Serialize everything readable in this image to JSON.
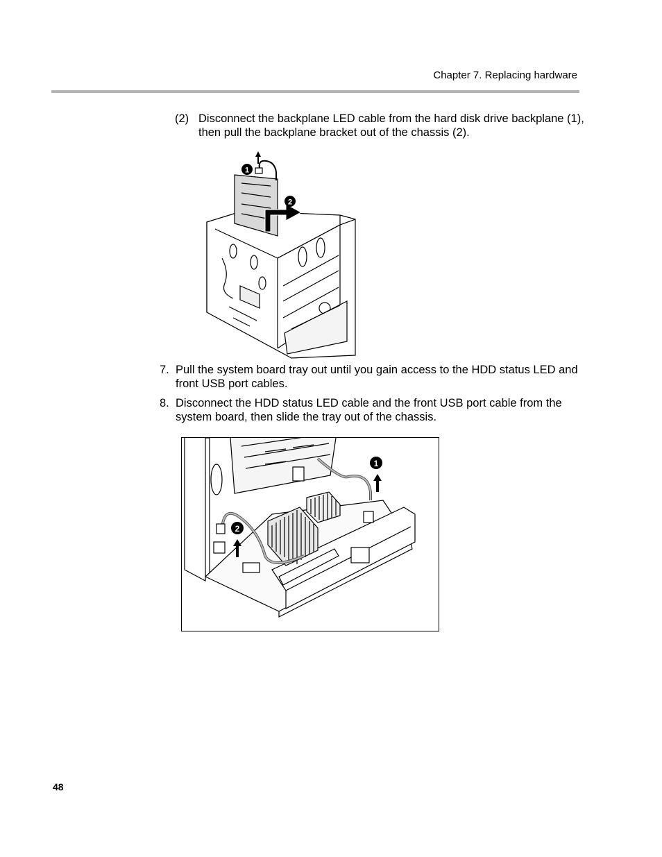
{
  "header": {
    "chapter": "Chapter 7. Replacing hardware"
  },
  "steps": [
    {
      "number": "(2)",
      "text": "Disconnect the backplane LED cable from the hard disk drive backplane (1), then pull the backplane bracket out of the chassis (2)."
    },
    {
      "number": "7.",
      "text": "Pull the system board tray out until you gain access to the HDD status LED and front USB port cables."
    },
    {
      "number": "8.",
      "text": "Disconnect the HDD status LED cable and the front USB port cable from the system board, then slide the tray out of the chassis."
    }
  ],
  "figures": {
    "fig1": {
      "callouts": [
        "1",
        "2"
      ]
    },
    "fig2": {
      "callouts": [
        "1",
        "2"
      ]
    }
  },
  "footer": {
    "page_number": "48"
  }
}
